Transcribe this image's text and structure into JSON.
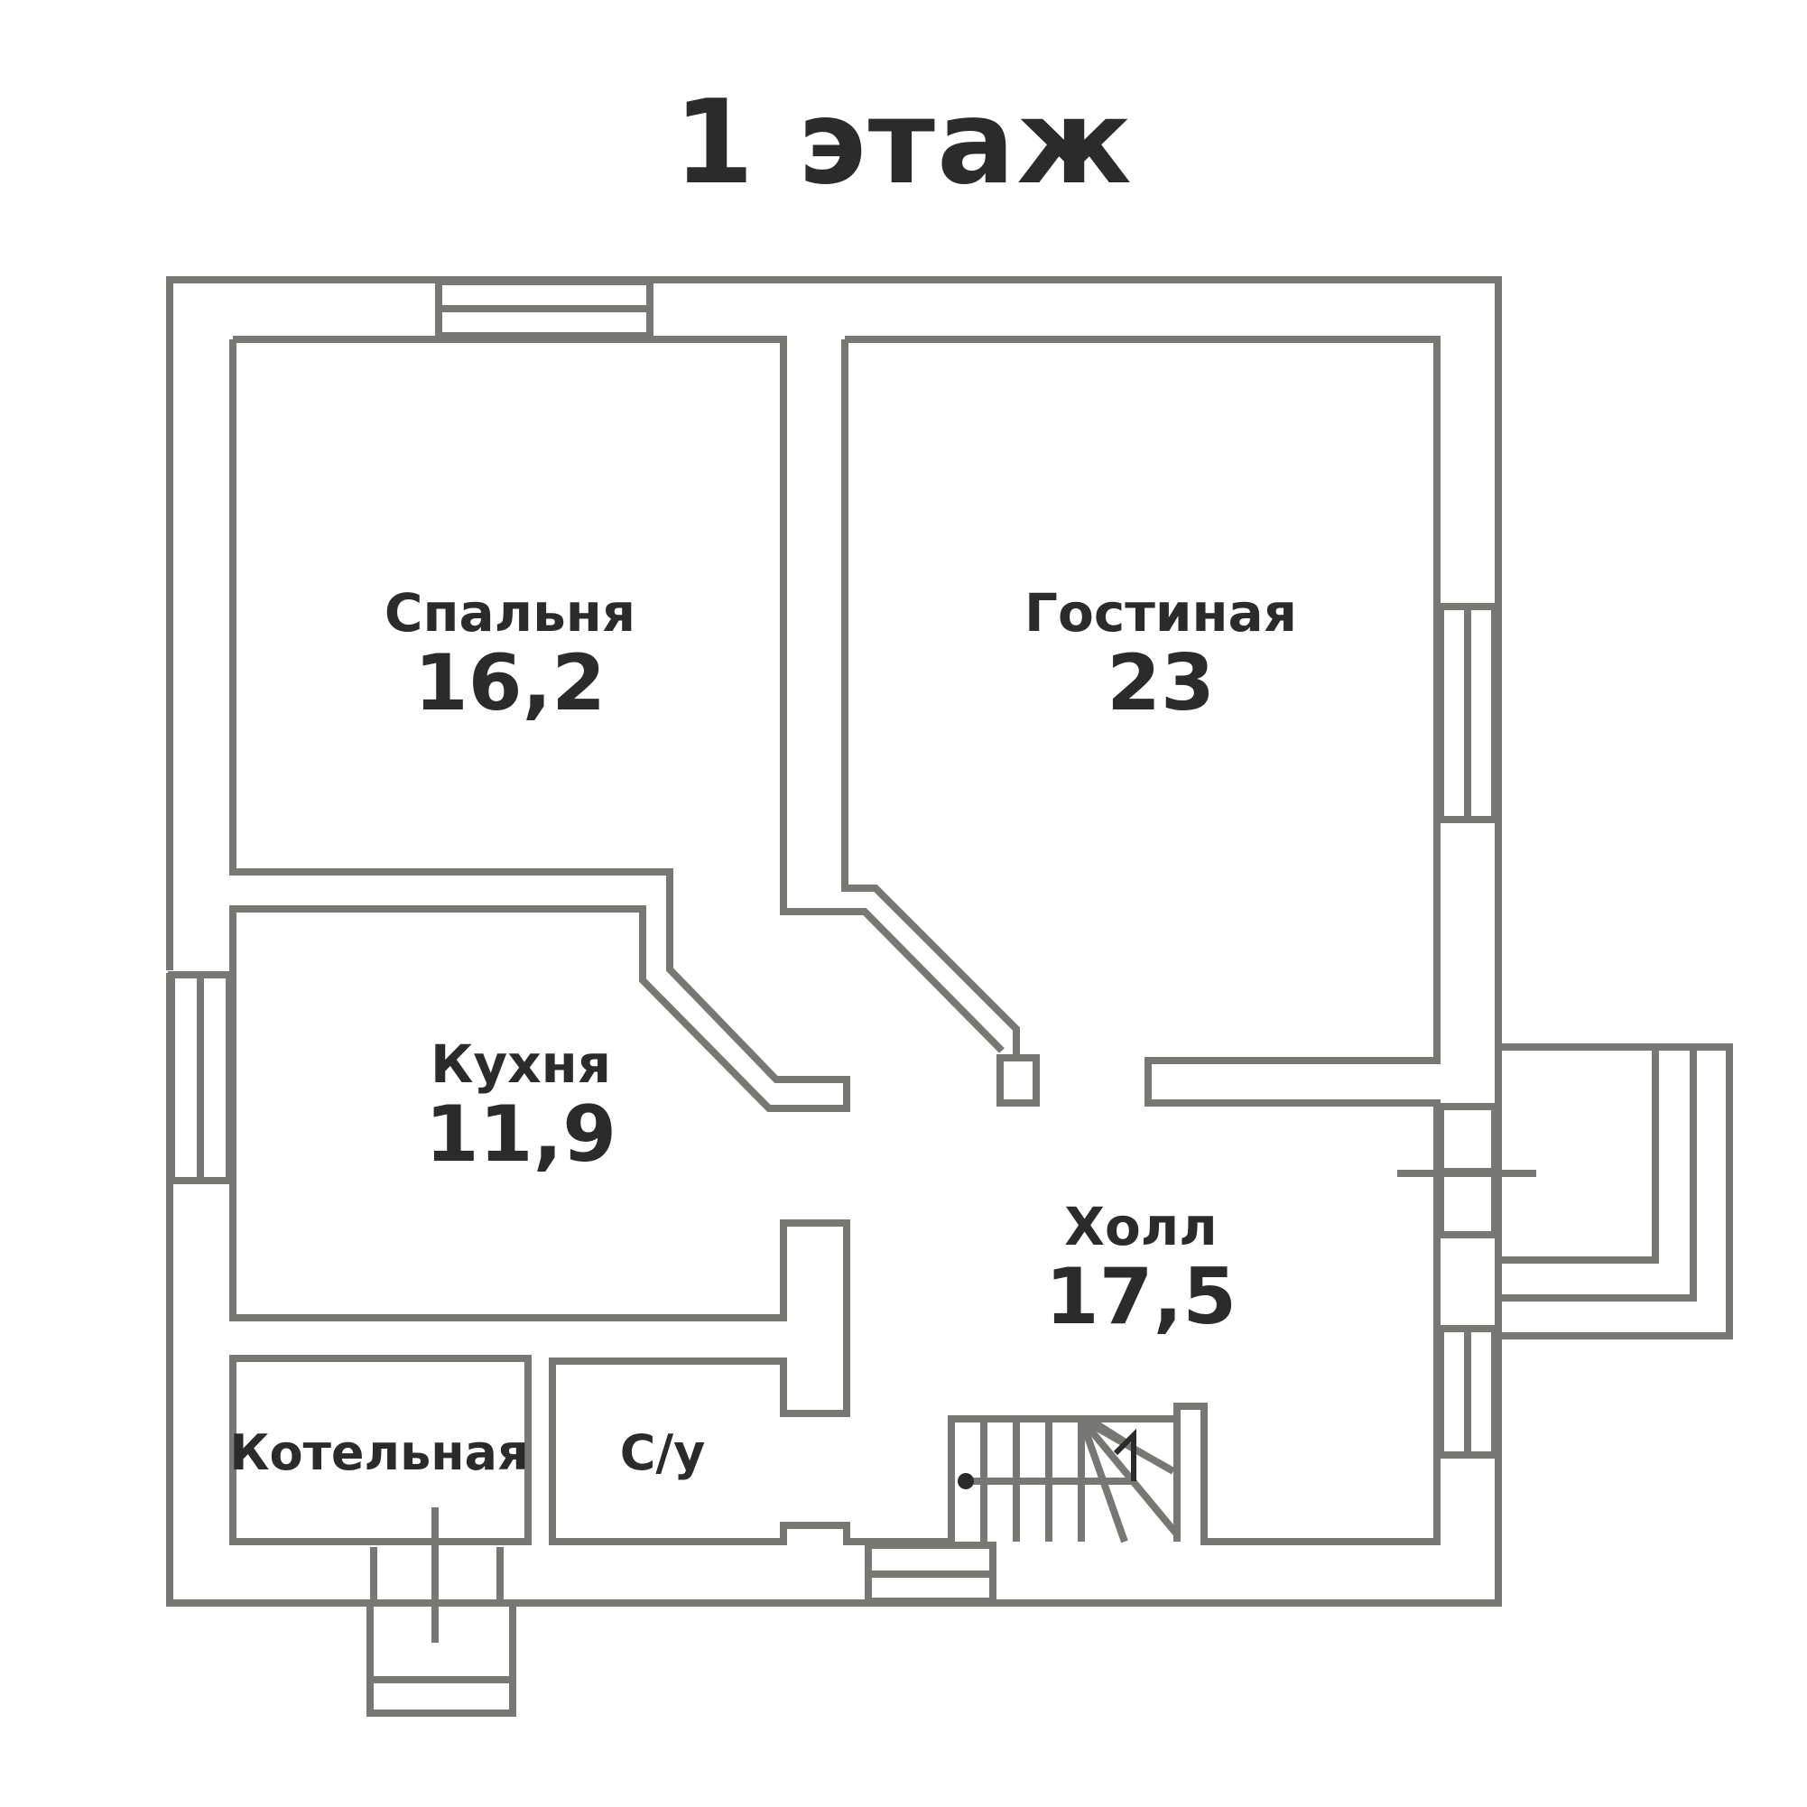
{
  "floor_title": "1 этаж",
  "colors": {
    "wall": "#777773",
    "text": "#2b2b2b",
    "background": "#ffffff"
  },
  "rooms": {
    "bedroom": {
      "name": "Спальня",
      "area": "16,2"
    },
    "living": {
      "name": "Гостиная",
      "area": "23"
    },
    "kitchen": {
      "name": "Кухня",
      "area": "11,9"
    },
    "hall": {
      "name": "Холл",
      "area": "17,5"
    },
    "boiler": {
      "name": "Котельная"
    },
    "wc": {
      "name": "С/у"
    }
  }
}
